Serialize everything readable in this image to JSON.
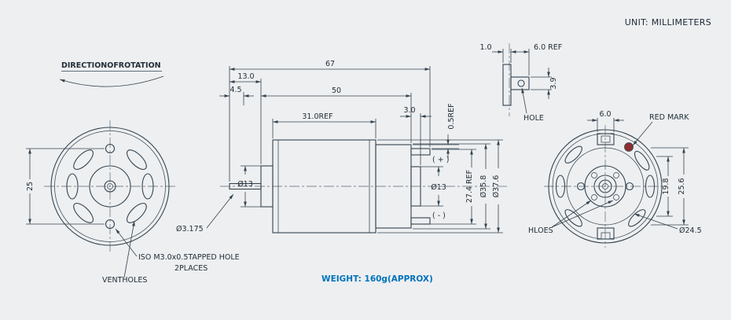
{
  "title": {
    "unit": "UNIT: MILLIMETERS"
  },
  "labels": {
    "direction": "DIRECTIONOFROTATION",
    "weight": "WEIGHT: 160g(APPROX)"
  },
  "front_view": {
    "dim_pitch": "25",
    "shaft_dia": "Ø3.175",
    "tapped_hole": "ISO M3.0x0.5TAPPED HOLE",
    "tapped_hole_places": "2PLACES",
    "ventholes": "VENTHOLES"
  },
  "side_view": {
    "overall_len": "67",
    "shaft_len": "13.0",
    "tip_len": "4.5",
    "body_len": "50",
    "can_len_ref": "31.0REF",
    "boss_len": "3.0",
    "gap_ref": "0.5REF",
    "flat_ref": "27.4 REF",
    "body_dia": "Ø35.8",
    "flange_dia": "Ø37.6",
    "front_boss_dia": "Ø13",
    "rear_boss_dia": "Ø13",
    "terminal_pos": "( + )",
    "terminal_neg": "( - )"
  },
  "terminal_detail": {
    "thickness": "1.0",
    "tab_len": "6.0 REF",
    "hole_offset": "3.9",
    "hole": "HOLE"
  },
  "rear_view": {
    "terminal_width": "6.0",
    "red_mark": "RED MARK",
    "dim_inner": "19.8",
    "dim_outer": "25.6",
    "circle_dia": "Ø24.5",
    "holes": "HLOES"
  },
  "colors": {
    "line": "#35444f",
    "text": "#232f38",
    "accent_blue": "#0072bc",
    "red_mark": "#8c2f2f",
    "background": "#edeff1"
  }
}
